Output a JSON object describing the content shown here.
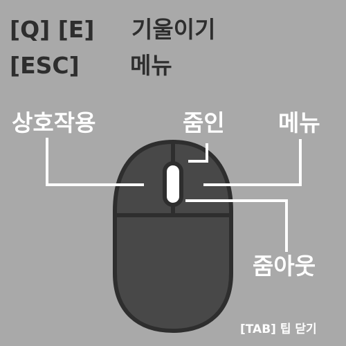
{
  "keybinds": [
    {
      "key": "[Q] [E]",
      "action": "기울이기"
    },
    {
      "key": "[ESC]",
      "action": "메뉴"
    }
  ],
  "mouse_labels": {
    "interact": "상호작용",
    "zoom_in": "줌인",
    "menu": "메뉴",
    "zoom_out": "줌아웃"
  },
  "footer": {
    "tab_tip": "[TAB] 팁 닫기"
  },
  "colors": {
    "background": "#a9a9a9",
    "dark_text": "#2e2e2e",
    "mouse_body": "#484848",
    "mouse_outline": "#2e2e2e",
    "callout": "#ffffff"
  }
}
